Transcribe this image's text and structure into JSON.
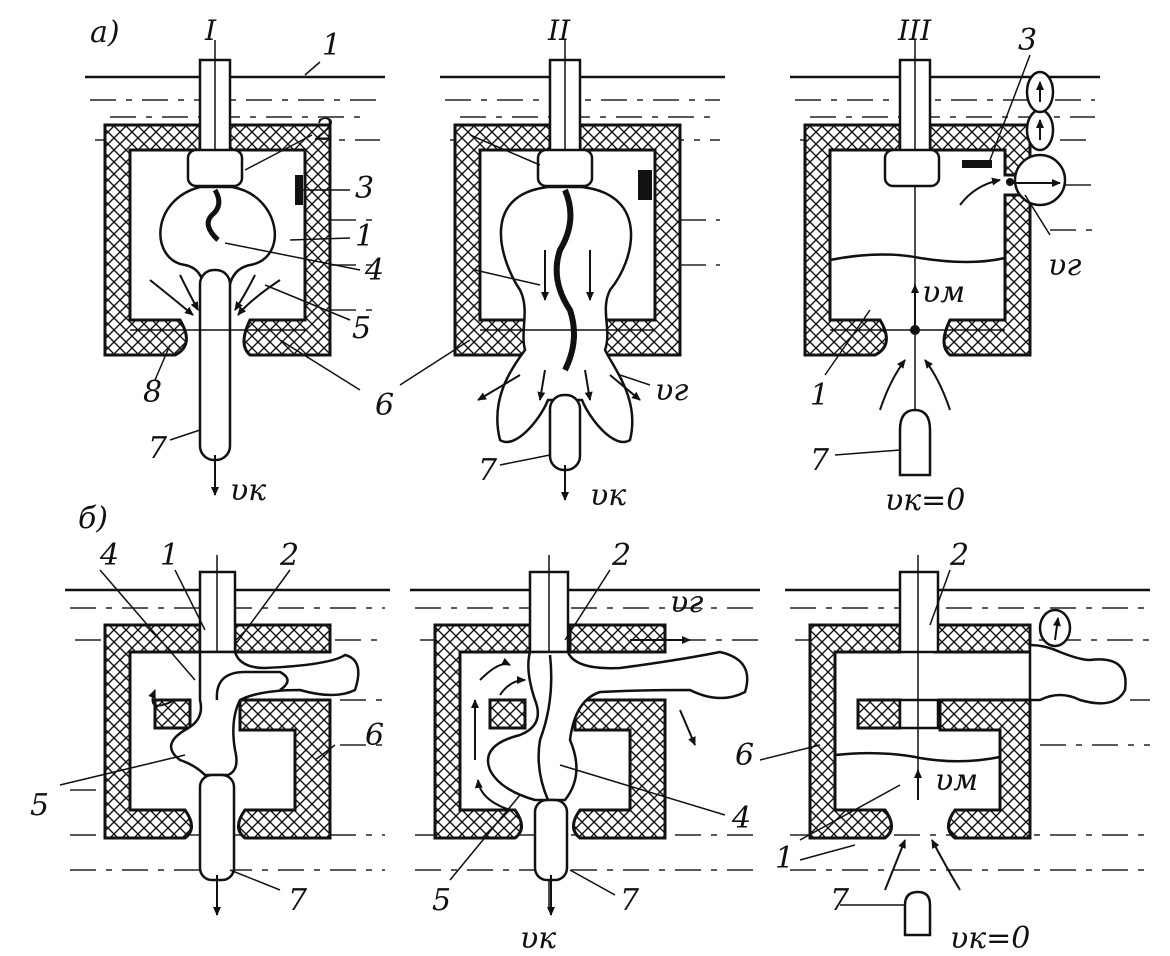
{
  "figure": {
    "panel_a_label": "а)",
    "panel_b_label": "б)",
    "stage_labels": [
      "I",
      "II",
      "III"
    ],
    "velocity_labels": {
      "v_k": "υк",
      "v_g": "υг",
      "v_m": "υм",
      "v_k_zero": "υк=0"
    },
    "callouts": {
      "a1": {
        "n1": "1",
        "n2": "2",
        "n3": "3",
        "n1b": "1",
        "n4": "4",
        "n5": "5",
        "n6": "6",
        "n7": "7",
        "n8": "8"
      },
      "a2": {
        "n7": "7"
      },
      "a3": {
        "n3": "3",
        "n1": "1",
        "n7": "7"
      },
      "b1": {
        "n4": "4",
        "n1": "1",
        "n2": "2",
        "n5": "5",
        "n6": "6",
        "n7": "7"
      },
      "b2": {
        "n2": "2",
        "n4": "4",
        "n5": "5",
        "n7": "7"
      },
      "b3": {
        "n2": "2",
        "n6": "6",
        "n1": "1",
        "n7": "7"
      }
    }
  }
}
